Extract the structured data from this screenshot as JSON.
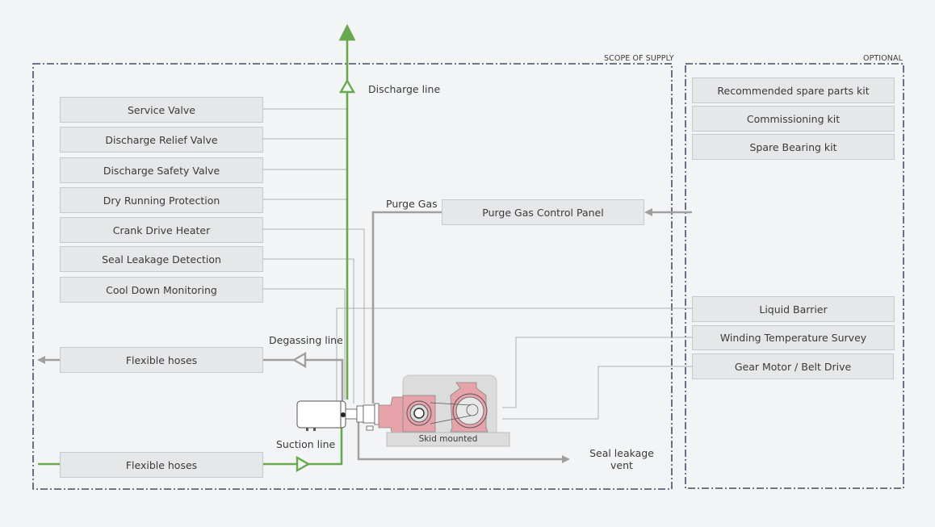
{
  "scope_of_supply": {
    "title": "SCOPE OF SUPPLY",
    "left_components": [
      {
        "label": "Service Valve"
      },
      {
        "label": "Discharge Relief Valve"
      },
      {
        "label": "Discharge Safety Valve"
      },
      {
        "label": "Dry Running Protection"
      },
      {
        "label": "Crank Drive Heater"
      },
      {
        "label": "Seal Leakage Detection"
      },
      {
        "label": "Cool Down Monitoring"
      }
    ],
    "flexible_hoses_degassing": "Flexible hoses",
    "flexible_hoses_suction": "Flexible hoses",
    "purge_gas_control_panel": "Purge Gas Control Panel",
    "skid_label": "Skid mounted"
  },
  "line_labels": {
    "discharge": "Discharge line",
    "purge_gas": "Purge Gas",
    "degassing": "Degassing line",
    "suction": "Suction line",
    "seal_leakage_vent_1": "Seal leakage",
    "seal_leakage_vent_2": "vent"
  },
  "optional": {
    "title": "OPTIONAL",
    "kits": [
      {
        "label": "Recommended spare parts kit"
      },
      {
        "label": "Commissioning kit"
      },
      {
        "label": "Spare Bearing kit"
      }
    ],
    "options": [
      {
        "label": "Liquid Barrier"
      },
      {
        "label": "Winding Temperature Survey"
      },
      {
        "label": "Gear Motor / Belt Drive"
      }
    ]
  },
  "colors": {
    "process_line": "#6aa84f",
    "gas_line": "#a0a0a0",
    "signal_line": "#9a9a9a",
    "scope_border": "#1f2a4a",
    "pump_body": "#e7a3aa",
    "skid": "#dcdcdc"
  }
}
